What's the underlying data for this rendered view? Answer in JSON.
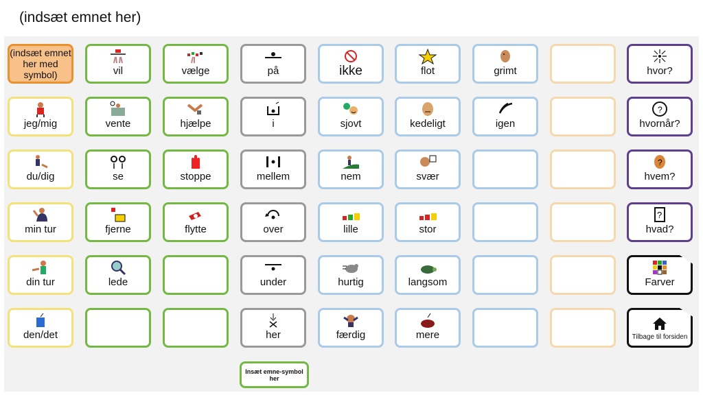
{
  "page": {
    "title": "(indsæt emnet her)"
  },
  "colors": {
    "yellow": "#f3e27a",
    "green": "#74b844",
    "gray": "#999999",
    "blue": "#a9cbe8",
    "peach": "#f6d8ad",
    "purple": "#5d3f8e",
    "orange": "#e8922f",
    "black": "#111111"
  },
  "cells": {
    "c0_0": "(indsæt emnet her med symbol)",
    "c1_0": "vil",
    "c2_0": "vælge",
    "c3_0": "på",
    "c4_0": "ikke",
    "c5_0": "flot",
    "c6_0": "grimt",
    "c7_0": "",
    "c8_0": "hvor?",
    "c0_1": "jeg/mig",
    "c1_1": "vente",
    "c2_1": "hjælpe",
    "c3_1": "i",
    "c4_1": "sjovt",
    "c5_1": "kedeligt",
    "c6_1": "igen",
    "c7_1": "",
    "c8_1": "hvornår?",
    "c0_2": "du/dig",
    "c1_2": "se",
    "c2_2": "stoppe",
    "c3_2": "mellem",
    "c4_2": "nem",
    "c5_2": "svær",
    "c6_2": "",
    "c7_2": "",
    "c8_2": "hvem?",
    "c0_3": "min tur",
    "c1_3": "fjerne",
    "c2_3": "flytte",
    "c3_3": "over",
    "c4_3": "lille",
    "c5_3": "stor",
    "c6_3": "",
    "c7_3": "",
    "c8_3": "hvad?",
    "c0_4": "din tur",
    "c1_4": "lede",
    "c2_4": "",
    "c3_4": "under",
    "c4_4": "hurtig",
    "c5_4": "langsom",
    "c6_4": "",
    "c7_4": "",
    "c8_4": "Farver",
    "c0_5": "den/det",
    "c1_5": "",
    "c2_5": "",
    "c3_5": "her",
    "c4_5": "færdig",
    "c5_5": "mere",
    "c6_5": "",
    "c7_5": "",
    "c8_5": "Tilbage til forsiden"
  },
  "insert_label": "Insæt emne-symbol her"
}
